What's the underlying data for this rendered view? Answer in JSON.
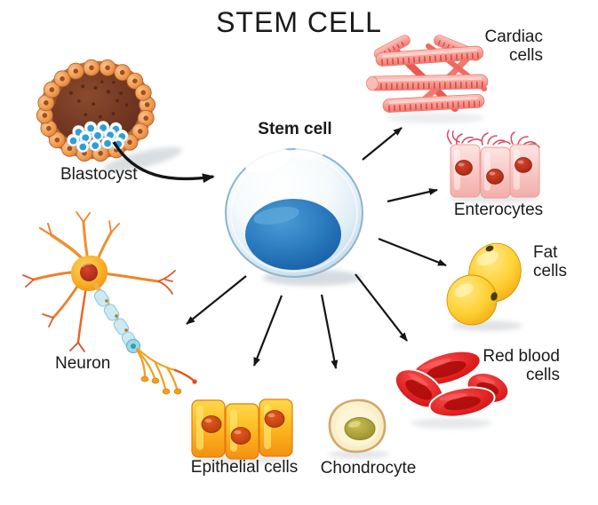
{
  "diagram": {
    "title": "STEM CELL",
    "source": {
      "label": "Blastocyst"
    },
    "center": {
      "label": "Stem cell"
    },
    "derivatives": [
      {
        "id": "cardiac",
        "label": "Cardiac\ncells"
      },
      {
        "id": "enterocytes",
        "label": "Enterocytes"
      },
      {
        "id": "fat",
        "label": "Fat\ncells"
      },
      {
        "id": "red_blood",
        "label": "Red blood\ncells"
      },
      {
        "id": "chondrocyte",
        "label": "Chondrocyte"
      },
      {
        "id": "epithelial",
        "label": "Epithelial cells"
      },
      {
        "id": "neuron",
        "label": "Neuron"
      }
    ],
    "palette": {
      "background": "#ffffff",
      "text": "#1a1a1a",
      "arrow": "#151515",
      "stem_cell_shell": "#dcecf6",
      "stem_cell_nucleus": "#2c7cc0",
      "blastocyst_orange": "#ef9a52",
      "blastocyst_brown": "#6e3420",
      "inner_cell_mass_blue": "#2e9fd6",
      "cardiac_pink": "#f79d94",
      "cardiac_stripe": "#cc3434",
      "enterocyte_pink": "#f8c6c3",
      "enterocyte_nucleus": "#b02c16",
      "fat_yellow": "#fdd134",
      "red_blood_red": "#d81818",
      "chondrocyte_cream": "#f6edc4",
      "chondrocyte_nucleus": "#9d9330",
      "epithelial_orange": "#fdb81e",
      "epithelial_nucleus": "#c43c0e",
      "neuron_orange": "#f7a81f",
      "myelin_blue": "#cdeaf2"
    }
  }
}
